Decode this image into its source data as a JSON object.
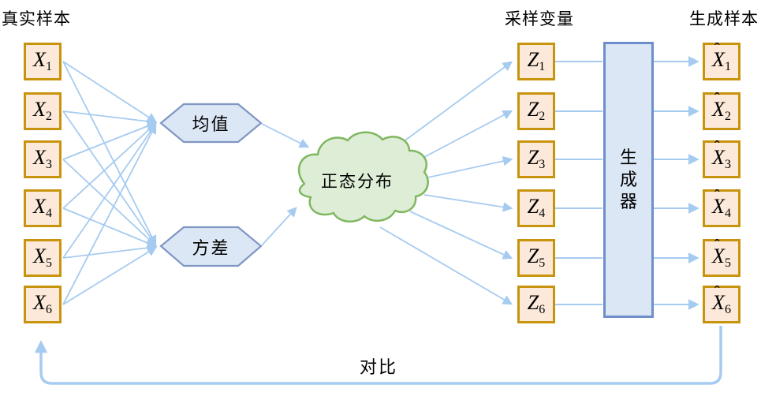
{
  "diagram": {
    "titles": {
      "real_samples": "真实样本",
      "sampled_variables": "采样变量",
      "generated_samples": "生成样本"
    },
    "real_nodes": [
      {
        "base": "X",
        "sub": "1"
      },
      {
        "base": "X",
        "sub": "2"
      },
      {
        "base": "X",
        "sub": "3"
      },
      {
        "base": "X",
        "sub": "4"
      },
      {
        "base": "X",
        "sub": "5"
      },
      {
        "base": "X",
        "sub": "6"
      }
    ],
    "latent_nodes": [
      {
        "base": "Z",
        "sub": "1"
      },
      {
        "base": "Z",
        "sub": "2"
      },
      {
        "base": "Z",
        "sub": "3"
      },
      {
        "base": "Z",
        "sub": "4"
      },
      {
        "base": "Z",
        "sub": "5"
      },
      {
        "base": "Z",
        "sub": "6"
      }
    ],
    "generated_nodes": [
      {
        "hat": "ˆ",
        "base": "X",
        "sub": "1"
      },
      {
        "hat": "ˆ",
        "base": "X",
        "sub": "2"
      },
      {
        "hat": "ˆ",
        "base": "X",
        "sub": "3"
      },
      {
        "hat": "ˆ",
        "base": "X",
        "sub": "4"
      },
      {
        "hat": "ˆ",
        "base": "X",
        "sub": "5"
      },
      {
        "hat": "ˆ",
        "base": "X",
        "sub": "6"
      }
    ],
    "mean": {
      "label": "均值"
    },
    "variance": {
      "label": "方差"
    },
    "distribution": {
      "label": "正态分布"
    },
    "generator": {
      "label": "生成器"
    },
    "compare": {
      "label": "对比"
    },
    "colors": {
      "node_fill": "#FCE9D9",
      "node_border": "#C9940D",
      "hexagon_fill": "#DBE7F5",
      "hexagon_border": "#8096C4",
      "cloud_fill": "#DEEDD6",
      "cloud_border": "#7FB75F",
      "generator_fill": "#DCE7F6",
      "generator_border": "#6E8FC9",
      "connector": "#A6CBF0"
    }
  }
}
